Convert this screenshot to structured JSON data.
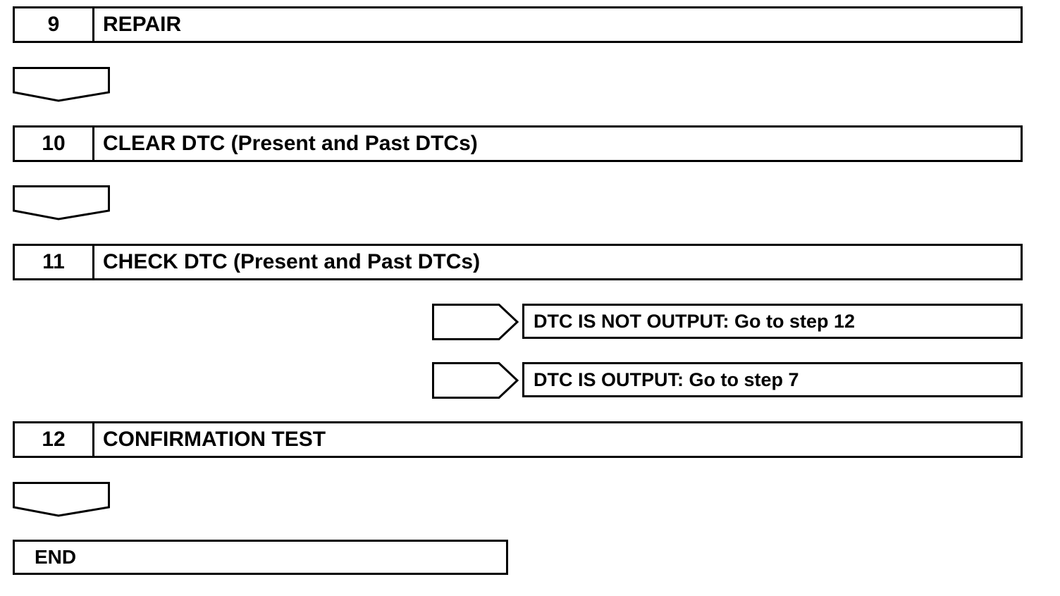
{
  "steps": [
    {
      "number": "9",
      "title": "REPAIR"
    },
    {
      "number": "10",
      "title": "CLEAR DTC (Present and Past DTCs)"
    },
    {
      "number": "11",
      "title": "CHECK DTC (Present and Past DTCs)"
    },
    {
      "number": "12",
      "title": "CONFIRMATION TEST"
    }
  ],
  "branches": [
    {
      "text": "DTC IS NOT OUTPUT: Go to step 12"
    },
    {
      "text": "DTC IS OUTPUT: Go to step 7"
    }
  ],
  "end": {
    "label": "END"
  }
}
